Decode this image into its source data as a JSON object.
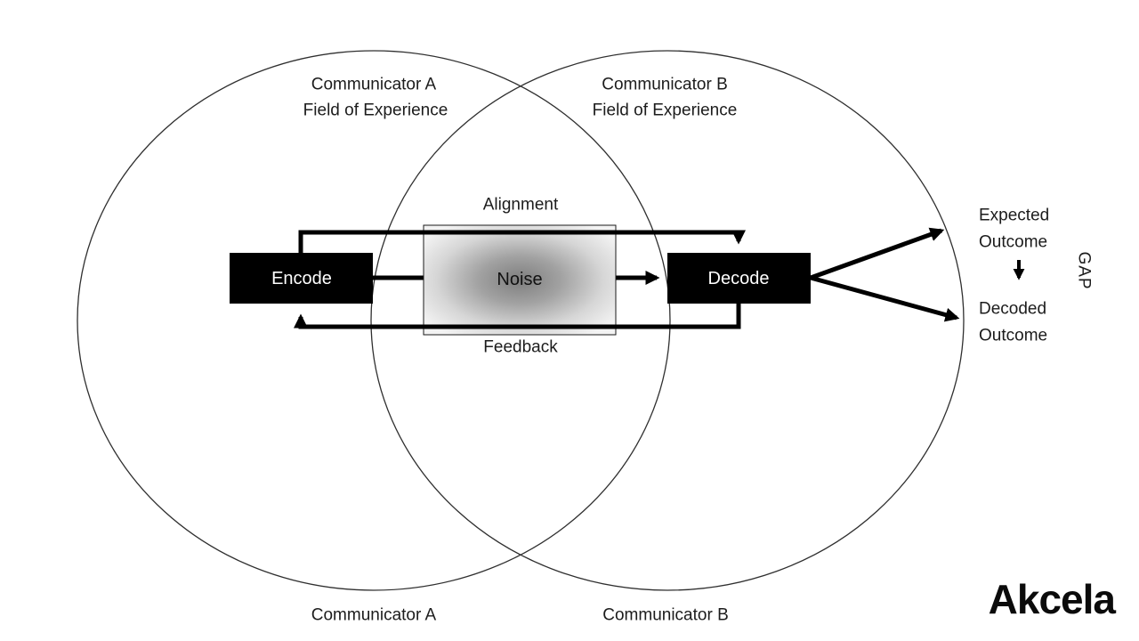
{
  "slide": {
    "circle_a": {
      "top_line1": "Communicator A",
      "top_line2": "Field of Experience",
      "bottom_label": "Communicator A"
    },
    "circle_b": {
      "top_line1": "Communicator B",
      "top_line2": "Field of Experience",
      "bottom_label": "Communicator B"
    },
    "process": {
      "encode": "Encode",
      "decode": "Decode",
      "noise": "Noise",
      "alignment": "Alignment",
      "feedback": "Feedback"
    },
    "outcomes": {
      "expected_line1": "Expected",
      "expected_line2": "Outcome",
      "decoded_line1": "Decoded",
      "decoded_line2": "Outcome",
      "gap": "GAP"
    },
    "branding": {
      "logo": "Akcela"
    }
  },
  "colors": {
    "box_fill": "#000000",
    "box_text": "#ffffff",
    "line": "#000000",
    "circle_stroke": "#2f2f2f",
    "noise_center": "#7e7e7e",
    "noise_edge": "#f3f3f3",
    "noise_border": "#1a1a1a"
  }
}
